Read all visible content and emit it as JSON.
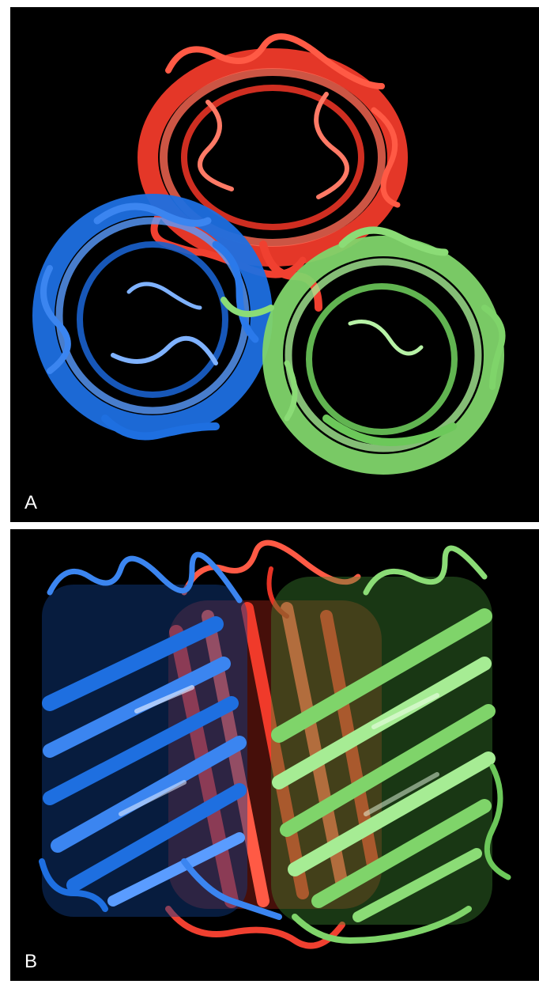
{
  "figure": {
    "panels": [
      {
        "label": "A",
        "view": "top-view-trimer-rings"
      },
      {
        "label": "B",
        "view": "side-view-beta-barrels"
      }
    ],
    "subunit_colors": {
      "red": "#f03a2a",
      "blue": "#1e6fe0",
      "green": "#7fd46a"
    },
    "background_color": "#000000"
  }
}
